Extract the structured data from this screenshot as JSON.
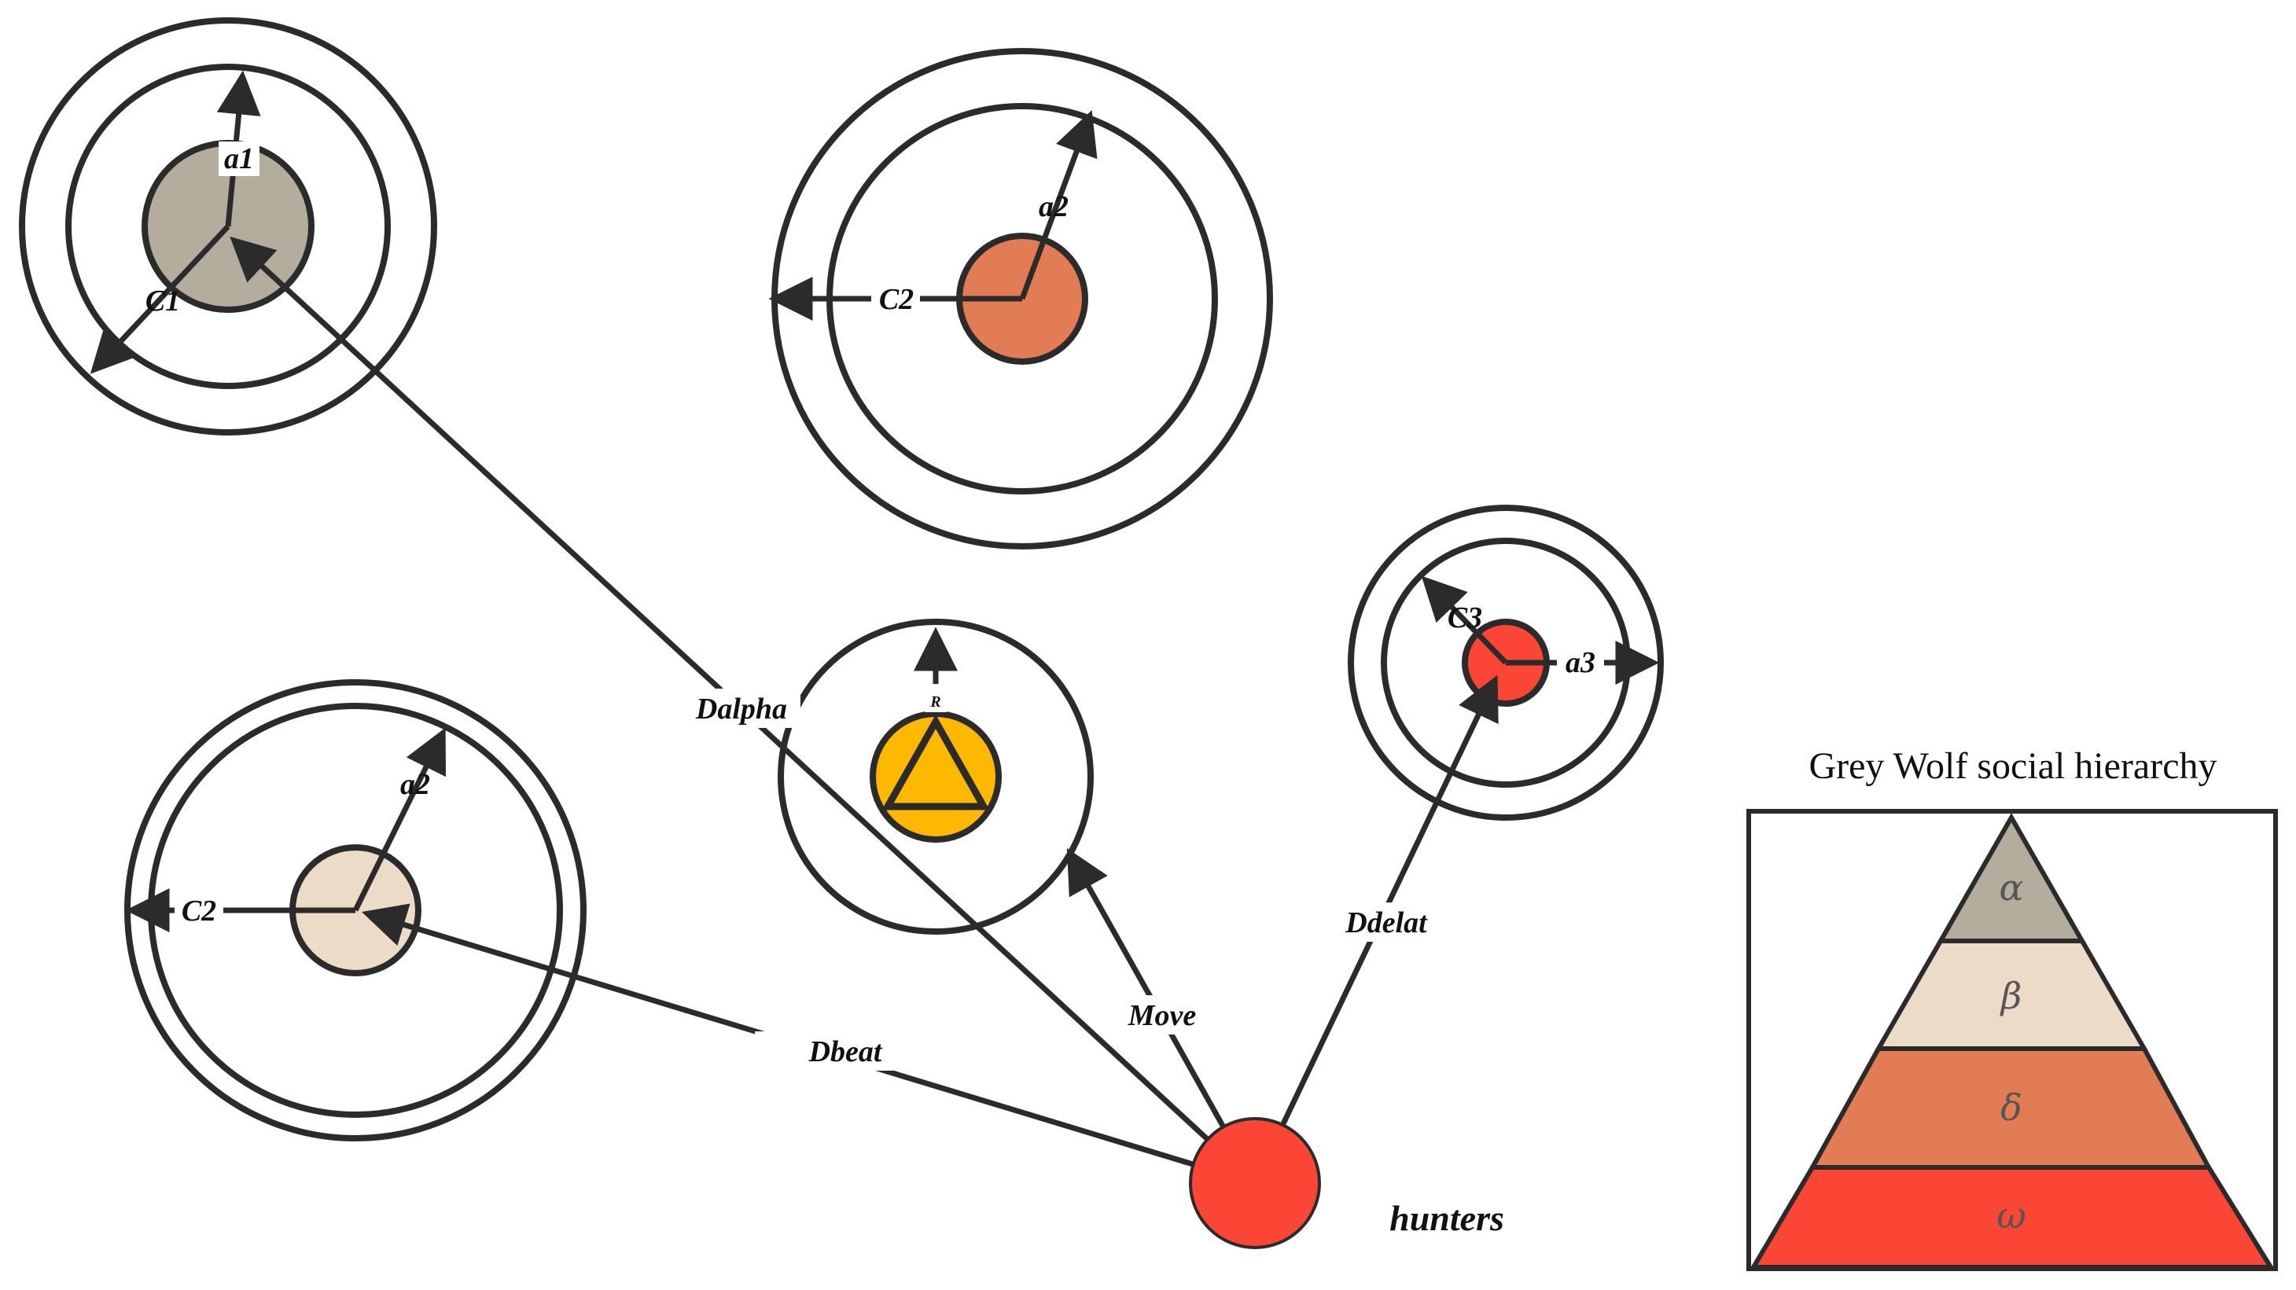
{
  "hierarchy": {
    "title": "Grey Wolf social hierarchy",
    "levels": [
      {
        "symbol": "α",
        "color": "#b4ac9c"
      },
      {
        "symbol": "β",
        "color": "#ebdbc7"
      },
      {
        "symbol": "δ",
        "color": "#e27c54"
      },
      {
        "symbol": "ω",
        "color": "#fb4535"
      }
    ]
  },
  "wolves": {
    "alpha": {
      "color": "#b4ac9c",
      "a_label": "a1",
      "c_label": "C1"
    },
    "delta_top": {
      "color": "#e27c54",
      "a_label": "a2",
      "c_label": "C2"
    },
    "beta": {
      "color": "#ebdbc7",
      "a_label": "a2",
      "c_label": "C2"
    },
    "prey": {
      "color": "#ffb800",
      "r_label": "R"
    },
    "omega_small": {
      "color": "#fb4535",
      "a_label": "a3",
      "c_label": "C3"
    }
  },
  "hunter": {
    "color": "#fb4535",
    "label": "hunters"
  },
  "vectors": {
    "dalpha": "Dalpha",
    "dbeat": "Dbeat",
    "ddelat": "Ddelat",
    "move": "Move"
  }
}
